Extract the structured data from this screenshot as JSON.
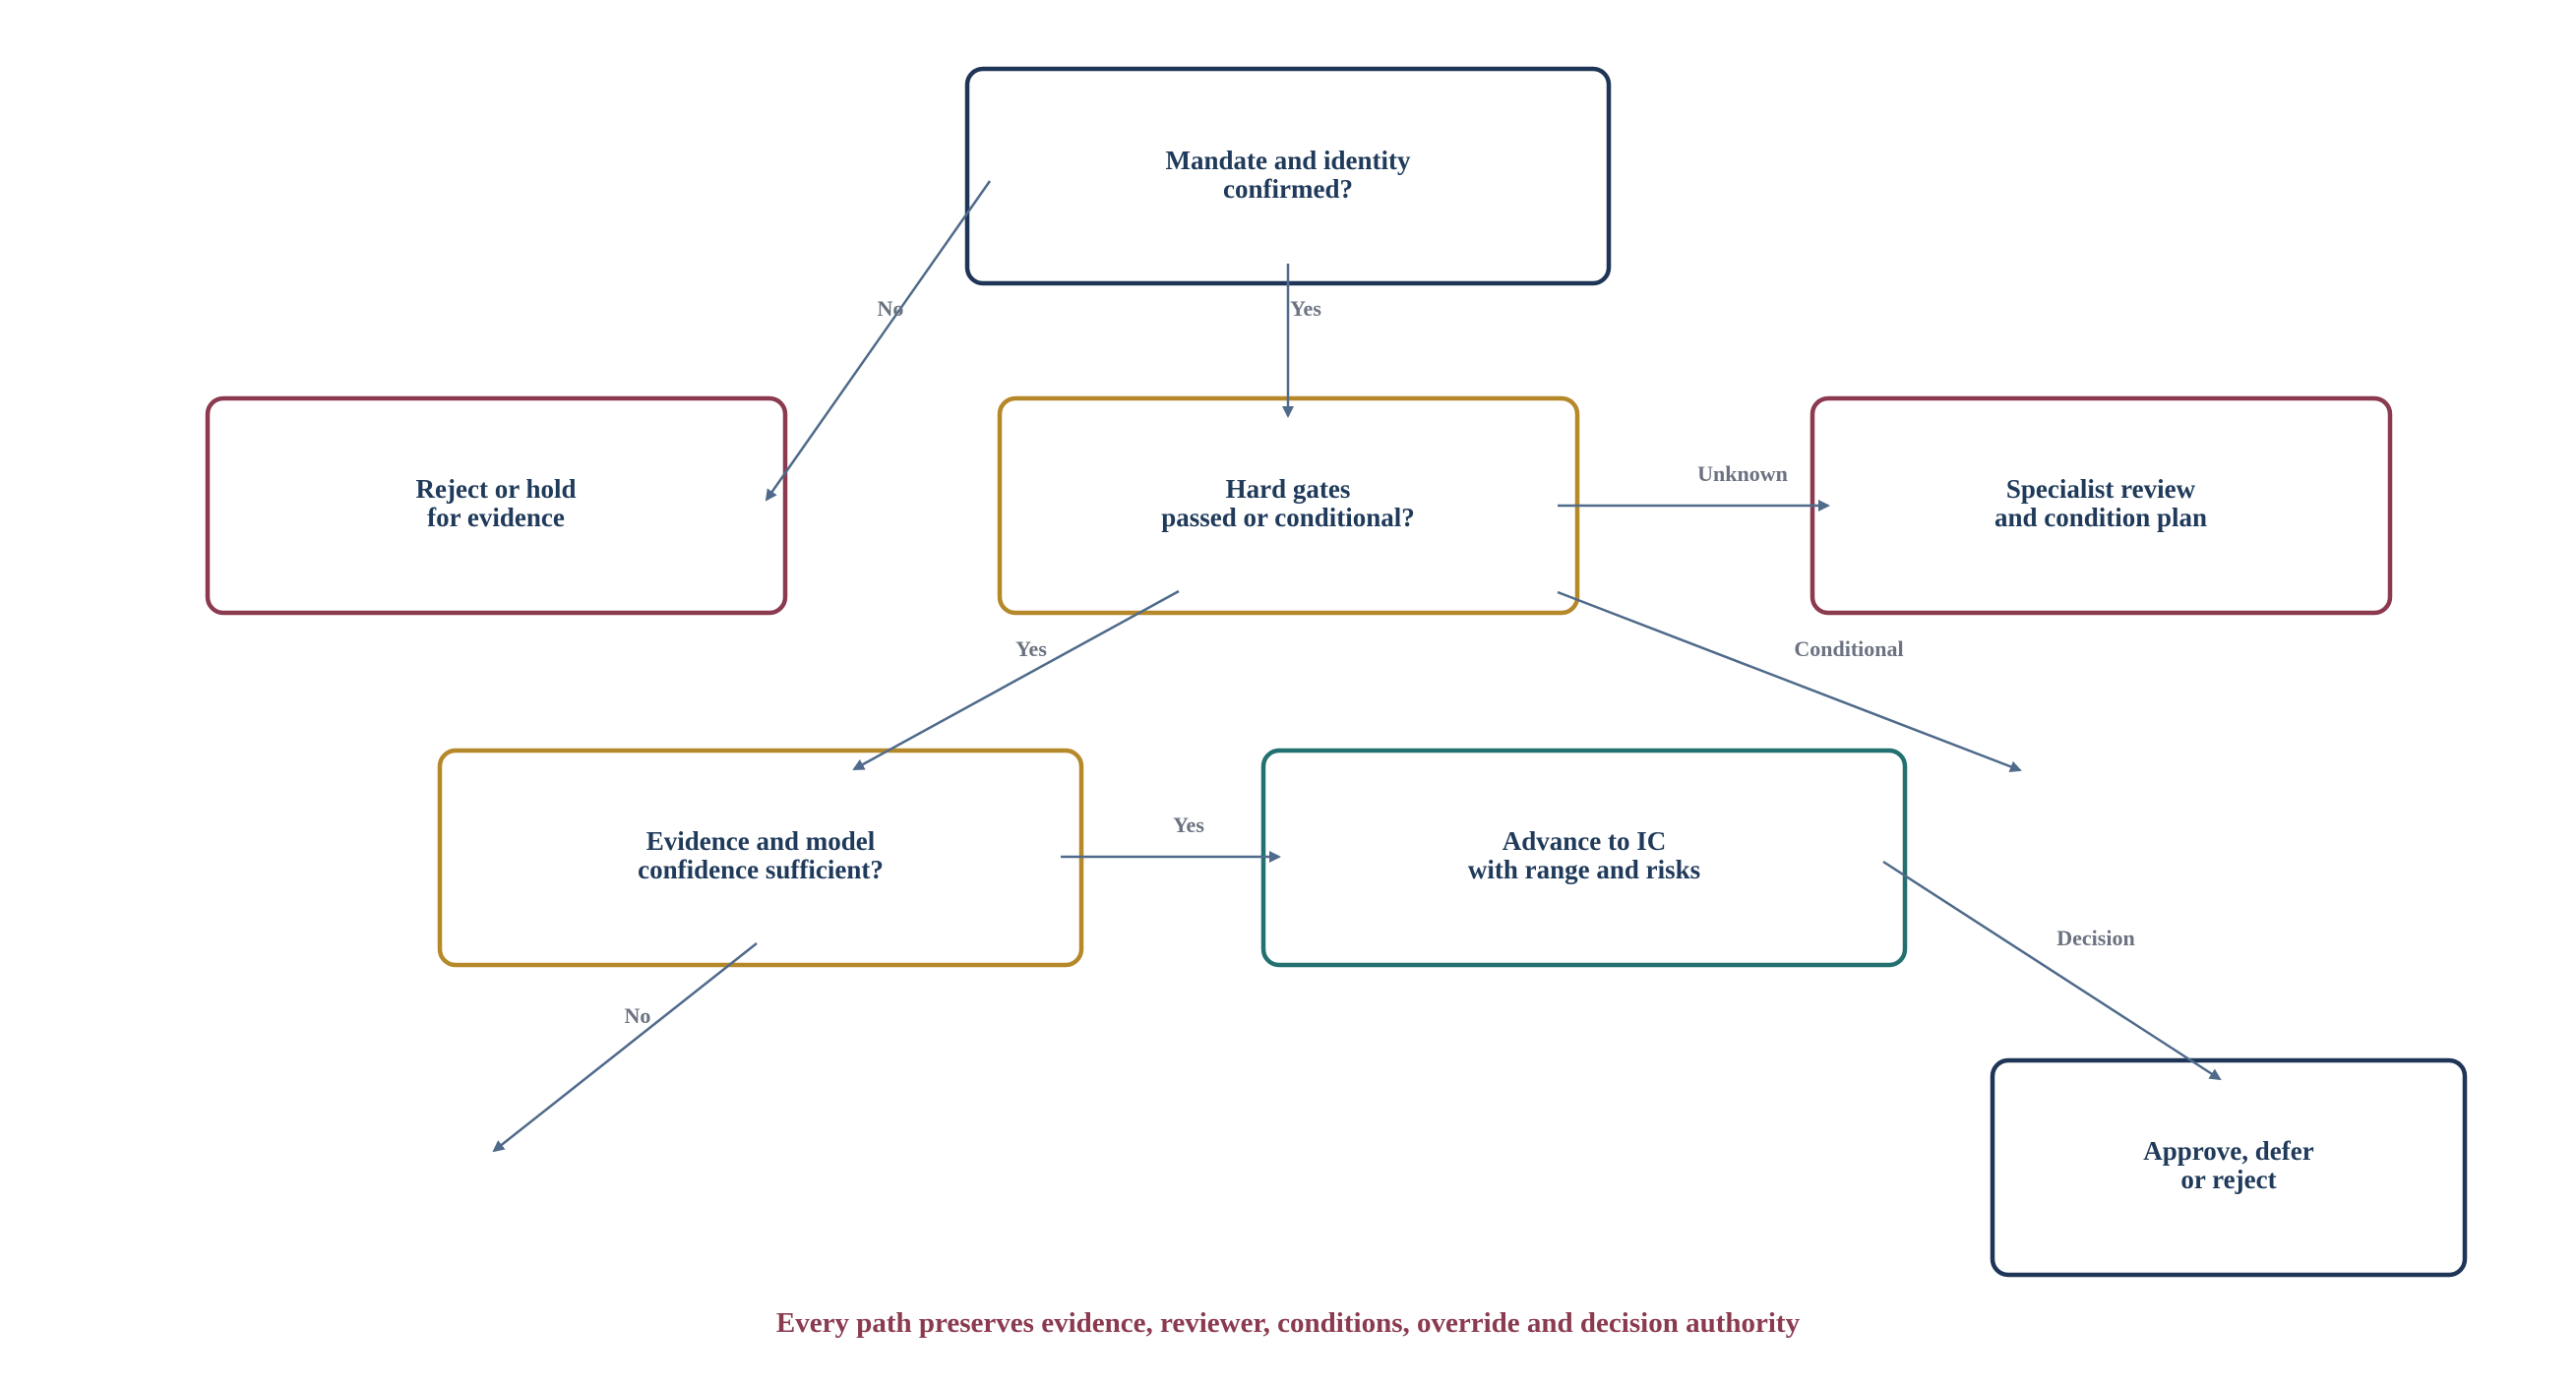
{
  "colors": {
    "navy": "#1f3557",
    "gold": "#b5882a",
    "maroon": "#8b3a4f",
    "teal": "#237070",
    "arrow": "#4f6a8a",
    "label": "#6b7280",
    "footer": "#8b3a4f"
  },
  "nodes": {
    "mandate": {
      "line1": "Mandate and identity",
      "line2": "confirmed?"
    },
    "reject": {
      "line1": "Reject or hold",
      "line2": "for evidence"
    },
    "gates": {
      "line1": "Hard gates",
      "line2": "passed or conditional?"
    },
    "specialist": {
      "line1": "Specialist review",
      "line2": "and condition plan"
    },
    "evidence": {
      "line1": "Evidence and model",
      "line2": "confidence sufficient?"
    },
    "advance": {
      "line1": "Advance to IC",
      "line2": "with range and risks"
    },
    "approve": {
      "line1": "Approve, defer",
      "line2": "or reject"
    }
  },
  "edges": {
    "mandate_no": "No",
    "mandate_yes": "Yes",
    "gates_unknown": "Unknown",
    "gates_yes": "Yes",
    "gates_conditional": "Conditional",
    "evidence_yes": "Yes",
    "evidence_no": "No",
    "advance_decision": "Decision"
  },
  "footer": "Every path preserves evidence, reviewer, conditions, override and decision authority"
}
